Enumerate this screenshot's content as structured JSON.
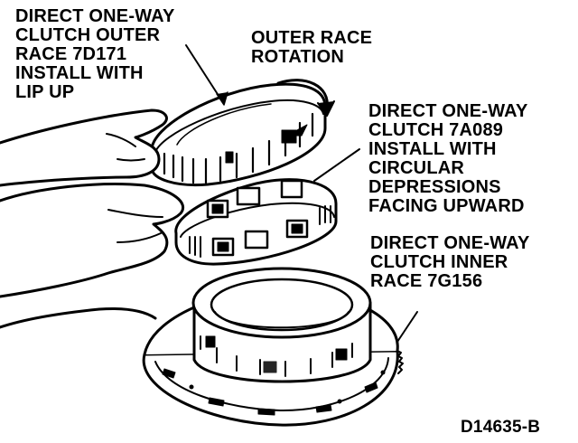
{
  "labels": {
    "outer_race": [
      "DIRECT ONE-WAY",
      "CLUTCH OUTER",
      "RACE 7D171",
      "INSTALL WITH",
      "LIP UP"
    ],
    "rotation": [
      "OUTER RACE",
      "ROTATION"
    ],
    "clutch": [
      "DIRECT ONE-WAY",
      "CLUTCH 7A089",
      "INSTALL WITH",
      "CIRCULAR",
      "DEPRESSIONS",
      "FACING UPWARD"
    ],
    "inner_race": [
      "DIRECT ONE-WAY",
      "CLUTCH INNER",
      "RACE 7G156"
    ],
    "figure_code": "D14635-B"
  },
  "colors": {
    "ink": "#000000",
    "paper": "#ffffff"
  }
}
